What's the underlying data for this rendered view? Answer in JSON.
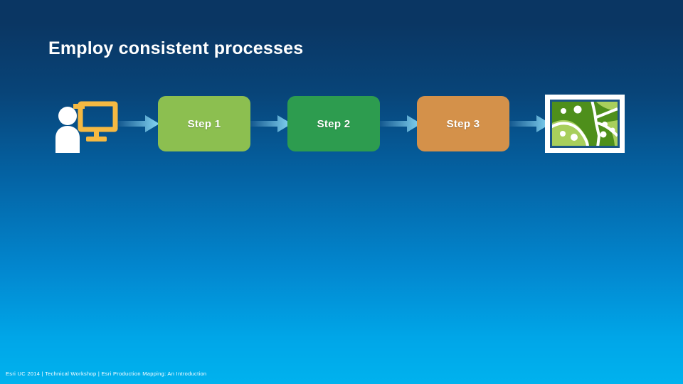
{
  "slide": {
    "title": "Employ consistent processes",
    "footer": "Esri UC 2014 | Technical Workshop |  Esri Production Mapping: An Introduction",
    "background": {
      "top_color": "#0a3663",
      "bottom_color": "#00b2ee"
    }
  },
  "diagram": {
    "start_icon": {
      "name": "person-at-computer-icon",
      "person_color": "#ffffff",
      "monitor_color": "#f5b942"
    },
    "steps": [
      {
        "label": "Step 1",
        "color": "#8cbf50"
      },
      {
        "label": "Step 2",
        "color": "#2d9c4f"
      },
      {
        "label": "Step 3",
        "color": "#d4914a"
      }
    ],
    "arrows": {
      "count": 4,
      "color_start": "#13588f",
      "color_end": "#86d7f5"
    },
    "end_icon": {
      "name": "map-output-icon",
      "frame_color": "#ffffff",
      "border_color": "#1b5585",
      "map_dark_green": "#4e8f1b",
      "map_light_green": "#a8cf5c",
      "road_color": "#ffffff"
    }
  }
}
